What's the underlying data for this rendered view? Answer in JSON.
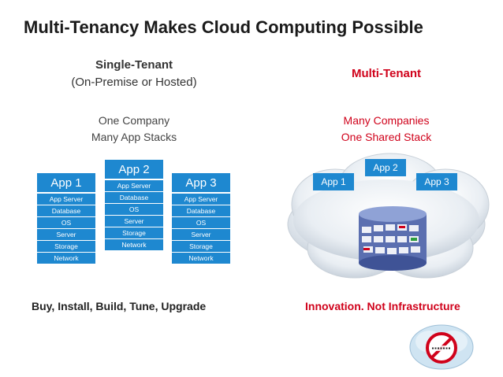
{
  "title": "Multi-Tenancy Makes Cloud Computing Possible",
  "single_tenant": {
    "heading": "Single-Tenant",
    "subheading": "(On-Premise or Hosted)",
    "line1": "One Company",
    "line2": "Many App Stacks",
    "stacks": [
      {
        "app": "App 1",
        "layers": [
          "App Server",
          "Database",
          "OS",
          "Server",
          "Storage",
          "Network"
        ]
      },
      {
        "app": "App 2",
        "layers": [
          "App Server",
          "Database",
          "OS",
          "Server",
          "Storage",
          "Network"
        ]
      },
      {
        "app": "App 3",
        "layers": [
          "App Server",
          "Database",
          "OS",
          "Server",
          "Storage",
          "Network"
        ]
      }
    ],
    "footer": "Buy, Install, Build, Tune, Upgrade"
  },
  "multi_tenant": {
    "heading": "Multi-Tenant",
    "line1": "Many Companies",
    "line2": "One Shared Stack",
    "apps": [
      "App 1",
      "App 2",
      "App 3"
    ],
    "footer": "Innovation. Not Infrastructure"
  },
  "colors": {
    "accent_red": "#d0021b",
    "app_blue": "#1e88d0"
  },
  "icons": [
    "cloud-icon",
    "database-cylinder-icon",
    "no-software-logo-icon"
  ]
}
